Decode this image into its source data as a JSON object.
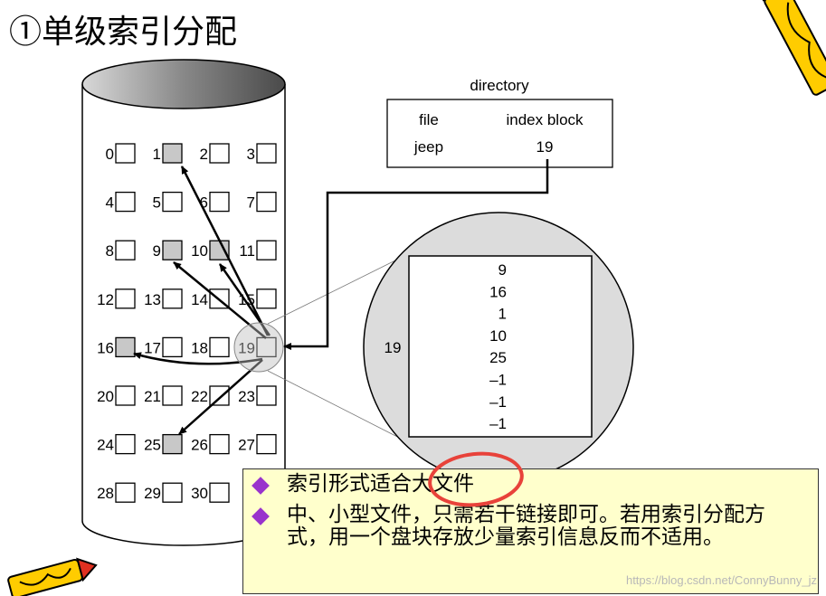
{
  "title": "①单级索引分配",
  "directory": {
    "label": "directory",
    "headers": [
      "file",
      "index block"
    ],
    "row": {
      "file": "jeep",
      "index_block": "19"
    }
  },
  "disk_blocks": [
    {
      "n": "0",
      "used": false
    },
    {
      "n": "1",
      "used": true
    },
    {
      "n": "2",
      "used": false
    },
    {
      "n": "3",
      "used": false
    },
    {
      "n": "4",
      "used": false
    },
    {
      "n": "5",
      "used": false
    },
    {
      "n": "6",
      "used": false
    },
    {
      "n": "7",
      "used": false
    },
    {
      "n": "8",
      "used": false
    },
    {
      "n": "9",
      "used": true
    },
    {
      "n": "10",
      "used": true
    },
    {
      "n": "11",
      "used": false
    },
    {
      "n": "12",
      "used": false
    },
    {
      "n": "13",
      "used": false
    },
    {
      "n": "14",
      "used": false
    },
    {
      "n": "15",
      "used": false
    },
    {
      "n": "16",
      "used": true
    },
    {
      "n": "17",
      "used": false
    },
    {
      "n": "18",
      "used": false
    },
    {
      "n": "19",
      "used": false
    },
    {
      "n": "20",
      "used": false
    },
    {
      "n": "21",
      "used": false
    },
    {
      "n": "22",
      "used": false
    },
    {
      "n": "23",
      "used": false
    },
    {
      "n": "24",
      "used": false
    },
    {
      "n": "25",
      "used": true
    },
    {
      "n": "26",
      "used": false
    },
    {
      "n": "27",
      "used": false
    },
    {
      "n": "28",
      "used": false
    },
    {
      "n": "29",
      "used": false
    },
    {
      "n": "30",
      "used": false
    },
    {
      "n": "3",
      "used": false
    }
  ],
  "index_block": {
    "label": "19",
    "entries": [
      "9",
      "16",
      "1",
      "10",
      "25",
      "–1",
      "–1",
      "–1"
    ]
  },
  "notes": [
    "索引形式适合大文件",
    "中、小型文件，只需若干链接即可。若用索引分配方式，用一个盘块存放少量索引信息反而不适用。"
  ],
  "watermark": "https://blog.csdn.net/ConnyBunny_jz",
  "colors": {
    "used_block": "#c8c8c8",
    "bullet": "#9933cc",
    "note_bg": "#ffffcc",
    "highlight_circle": "#e8423a",
    "pencil": "#ffcc00"
  }
}
